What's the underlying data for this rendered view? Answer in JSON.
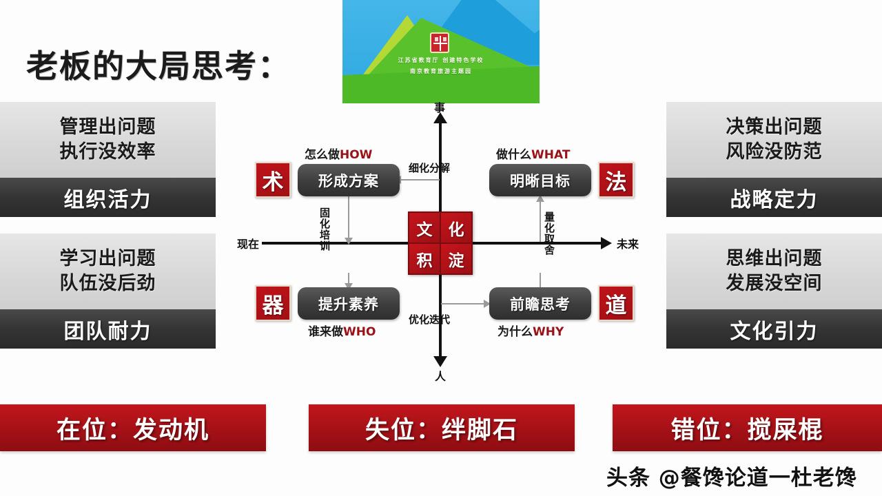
{
  "page_title": "老板的大局思考：",
  "logo": {
    "name": "organization-logo-banner",
    "line1": "江苏省教育厅 创建特色学校",
    "line2": "南京教育旅游主题园",
    "colors": {
      "sky": "#2ca8e0",
      "green": "#59c12c",
      "lime": "#b4d936",
      "mark": "#c8252c"
    }
  },
  "left_column": [
    {
      "type": "light",
      "lines": [
        "管理出问题",
        "执行没效率"
      ]
    },
    {
      "type": "dark",
      "text": "组织活力"
    },
    {
      "type": "light",
      "lines": [
        "学习出问题",
        "队伍没后劲"
      ]
    },
    {
      "type": "dark",
      "text": "团队耐力"
    }
  ],
  "right_column": [
    {
      "type": "light",
      "lines": [
        "决策出问题",
        "风险没防范"
      ]
    },
    {
      "type": "dark",
      "text": "战略定力"
    },
    {
      "type": "light",
      "lines": [
        "思维出问题",
        "发展没空间"
      ]
    },
    {
      "type": "dark",
      "text": "文化引力"
    }
  ],
  "diagram": {
    "axis": {
      "top": "事",
      "bottom": "人",
      "left": "现在",
      "right": "未来"
    },
    "center": {
      "cells": [
        "文",
        "化",
        "积",
        "淀"
      ],
      "color": "#b01218"
    },
    "nodes": [
      {
        "id": "top-left",
        "badge": "术",
        "box": "形成方案",
        "question_cn": "怎么做",
        "question_en": "HOW"
      },
      {
        "id": "top-right",
        "badge": "法",
        "box": "明晰目标",
        "question_cn": "做什么",
        "question_en": "WHAT"
      },
      {
        "id": "bottom-left",
        "badge": "器",
        "box": "提升素养",
        "question_cn": "谁来做",
        "question_en": "WHO"
      },
      {
        "id": "bottom-right",
        "badge": "道",
        "box": "前瞻思考",
        "question_cn": "为什么",
        "question_en": "WHY"
      }
    ],
    "connectors": [
      {
        "id": "top",
        "label": "细化分解",
        "orientation": "horizontal"
      },
      {
        "id": "bottom",
        "label": "优化迭代",
        "orientation": "horizontal"
      },
      {
        "id": "left",
        "label": "固化培训",
        "orientation": "vertical"
      },
      {
        "id": "right",
        "label": "量化取舍",
        "orientation": "vertical"
      }
    ]
  },
  "banners": [
    {
      "id": "banner-1",
      "text": "在位：发动机"
    },
    {
      "id": "banner-2",
      "text": "失位：绊脚石"
    },
    {
      "id": "banner-3",
      "text": "错位：搅屎棍"
    }
  ],
  "watermark": "头条 @餐馋论道一杜老馋"
}
